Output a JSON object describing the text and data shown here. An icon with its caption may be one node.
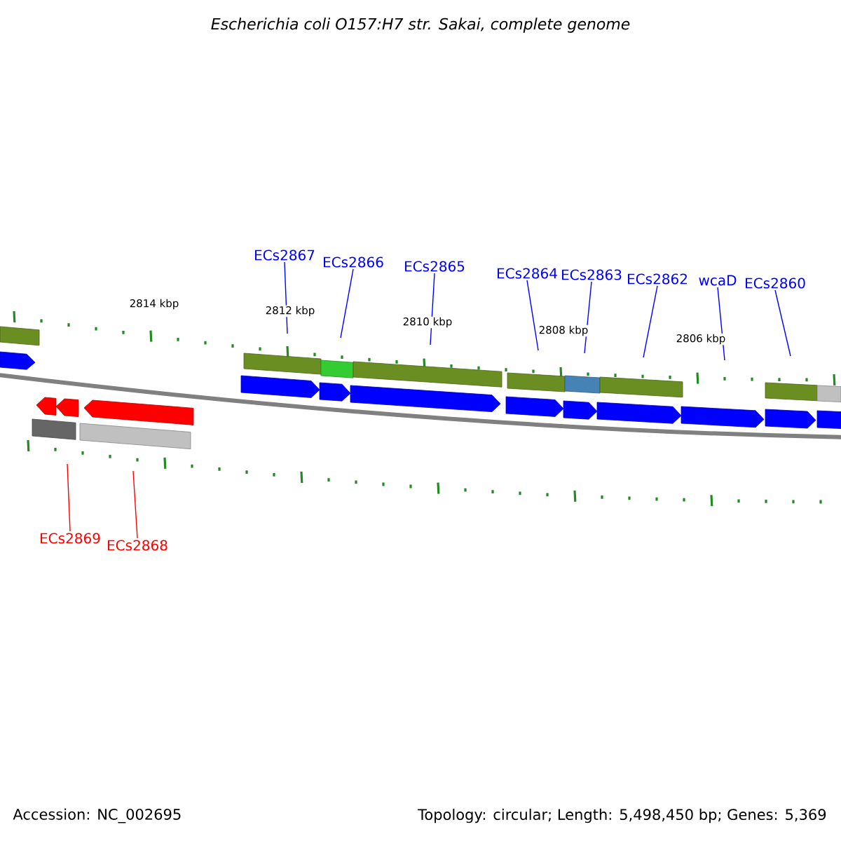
{
  "diagram": {
    "title": "Escherichia coli O157:H7 str. Sakai, complete genome",
    "nodes": [
      {
        "text": [
          "ECs2867"
        ]
      },
      {
        "text": [
          "ECs2866"
        ]
      },
      {
        "text": [
          "ECs2865"
        ]
      },
      {
        "text": [
          "ECs2864"
        ]
      },
      {
        "text": [
          "ECs2863"
        ]
      },
      {
        "text": [
          "ECs2862"
        ]
      },
      {
        "text": [
          "wcaD"
        ]
      },
      {
        "text": [
          "ECs2860"
        ]
      },
      {
        "text": [
          "ECs2869"
        ]
      },
      {
        "text": [
          "ECs2868"
        ]
      }
    ],
    "edges": [
      {
        "from": 0,
        "to": null,
        "arrow": "none"
      },
      {
        "from": 1,
        "to": null,
        "arrow": "none"
      },
      {
        "from": 2,
        "to": null,
        "arrow": "none"
      },
      {
        "from": 3,
        "to": null,
        "arrow": "none"
      },
      {
        "from": 4,
        "to": null,
        "arrow": "none"
      },
      {
        "from": 5,
        "to": null,
        "arrow": "none"
      },
      {
        "from": 6,
        "to": null,
        "arrow": "none"
      },
      {
        "from": 7,
        "to": null,
        "arrow": "none"
      },
      {
        "from": 8,
        "to": null,
        "arrow": "none",
        "color": "#ff0000"
      },
      {
        "from": 9,
        "to": null,
        "arrow": "none",
        "color": "#ff0000"
      }
    ],
    "labels": [
      "2814 kbp",
      "2812 kbp",
      "2810 kbp",
      "2808 kbp",
      "2806 kbp",
      "Accession: NC_002695",
      "Topology: circular; Length: 5,498,450 bp; Genes: 5,369"
    ]
  }
}
